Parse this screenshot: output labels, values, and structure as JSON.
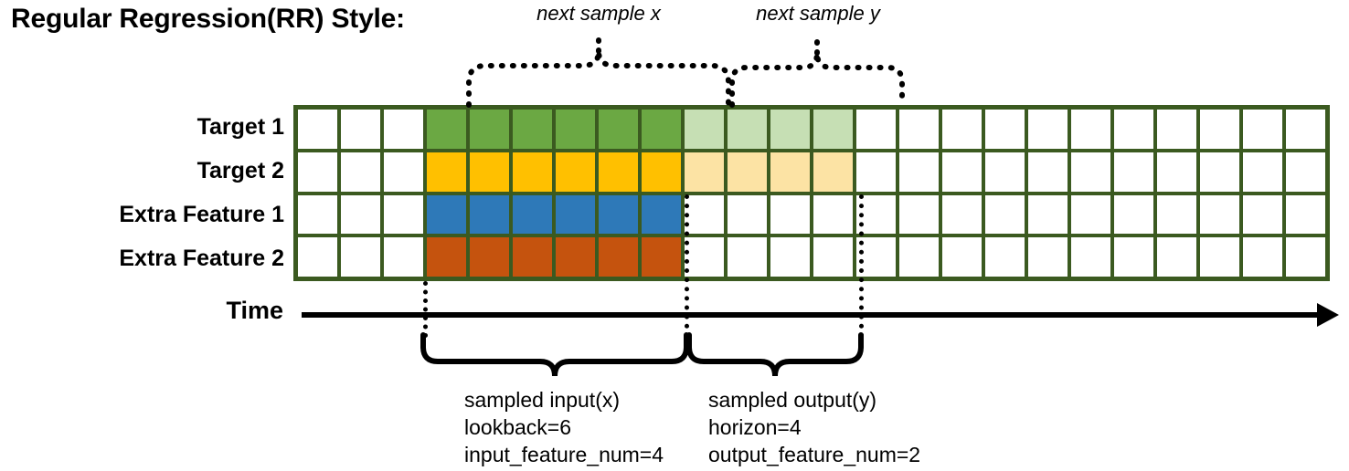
{
  "title": "Regular Regression(RR) Style:",
  "rows": [
    {
      "label": "Target 1",
      "solid_color": "#6ba843",
      "light_color": "#c6dfb4",
      "has_light": true
    },
    {
      "label": "Target 2",
      "solid_color": "#ffc000",
      "light_color": "#fce3a4",
      "has_light": true
    },
    {
      "label": "Extra Feature 1",
      "solid_color": "#2e79b8",
      "light_color": "",
      "has_light": false
    },
    {
      "label": "Extra Feature 2",
      "solid_color": "#c5530e",
      "light_color": "",
      "has_light": false
    }
  ],
  "grid": {
    "total_columns": 24,
    "lead_empty_columns": 3,
    "input_columns": 6,
    "output_columns": 4,
    "trail_empty_columns": 11,
    "border_color": "#3b5a20",
    "empty_cell_color": "#ffffff"
  },
  "axis": {
    "label": "Time",
    "arrow_direction": "right"
  },
  "annotations": {
    "top": [
      {
        "text": "next sample x",
        "name": "next-sample-x"
      },
      {
        "text": "next sample y",
        "name": "next-sample-y"
      }
    ],
    "bottom": [
      {
        "name": "sampled-input",
        "lines": [
          "sampled input(x)",
          "lookback=6",
          "input_feature_num=4"
        ]
      },
      {
        "name": "sampled-output",
        "lines": [
          "sampled output(y)",
          "horizon=4",
          "output_feature_num=2"
        ]
      }
    ]
  },
  "colors": {
    "grid_border": "#3b5a20",
    "green": "#6ba843",
    "green_light": "#c6dfb4",
    "yellow": "#ffc000",
    "yellow_light": "#fce3a4",
    "blue": "#2e79b8",
    "orange": "#c5530e",
    "ink": "#000000"
  }
}
